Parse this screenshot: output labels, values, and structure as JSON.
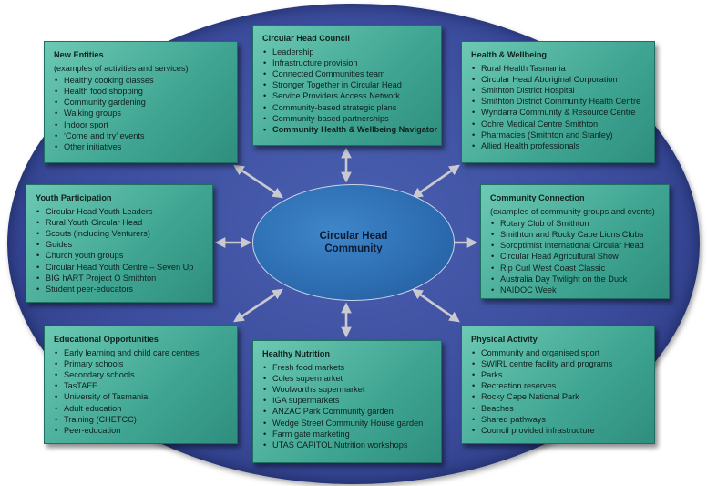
{
  "center": {
    "label": "Circular Head Community"
  },
  "boxes": {
    "council": {
      "title": "Circular Head Council",
      "items": [
        "Leadership",
        "Infrastructure provision",
        "Connected Communities team",
        "Stronger Together in Circular Head",
        "Service Providers Access Network",
        "Community-based strategic plans",
        "Community-based partnerships"
      ],
      "bold_item": "Community Health & Wellbeing Navigator"
    },
    "new_entities": {
      "title": "New Entities",
      "note": "(examples of activities and services)",
      "items": [
        "Healthy cooking classes",
        "Health food shopping",
        "Community gardening",
        "Walking groups",
        "Indoor sport",
        "‘Come and try’ events",
        "Other initiatives"
      ]
    },
    "health": {
      "title": "Health & Wellbeing",
      "items": [
        "Rural Health Tasmania",
        "Circular Head Aboriginal Corporation",
        "Smithton District Hospital",
        "Smithton District Community Health Centre",
        "Wyndarra Community & Resource Centre",
        "Ochre Medical Centre Smithton",
        "Pharmacies (Smithton and Stanley)",
        "Allied Health professionals"
      ]
    },
    "youth": {
      "title": "Youth Participation",
      "items": [
        "Circular Head Youth Leaders",
        "Rural Youth Circular Head",
        "Scouts (including Venturers)",
        "Guides",
        "Church youth groups",
        "Circular Head Youth Centre – Seven Up",
        "BIG hART Project O Smithton",
        "Student peer-educators"
      ]
    },
    "connection": {
      "title": "Community Connection",
      "note": "(examples of community groups and events)",
      "items": [
        "Rotary Club of Smithton",
        "Smithton and Rocky Cape Lions Clubs",
        "Soroptimist International Circular Head",
        "Circular Head Agricultural Show",
        "Rip Curl West Coast Classic",
        "Australia Day Twilight on the Duck",
        "NAIDOC Week"
      ]
    },
    "education": {
      "title": "Educational Opportunities",
      "items": [
        "Early learning and child care centres",
        "Primary schools",
        "Secondary schools",
        "TasTAFE",
        "University of Tasmania",
        "Adult education",
        "Training (CHETCC)",
        "Peer-education"
      ]
    },
    "nutrition": {
      "title": "Healthy Nutrition",
      "items": [
        "Fresh food markets",
        "Coles supermarket",
        "Woolworths supermarket",
        "IGA supermarkets",
        "ANZAC Park Community garden",
        "Wedge Street Community House garden",
        "Farm gate marketing",
        "UTAS CAPITOL Nutrition workshops"
      ]
    },
    "physical": {
      "title": "Physical Activity",
      "items": [
        "Community and organised sport",
        "SWIRL centre facility and programs",
        "Parks",
        "Recreation reserves",
        "Rocky Cape National Park",
        "Beaches",
        "Shared pathways",
        "Council provided infrastructure"
      ]
    }
  }
}
